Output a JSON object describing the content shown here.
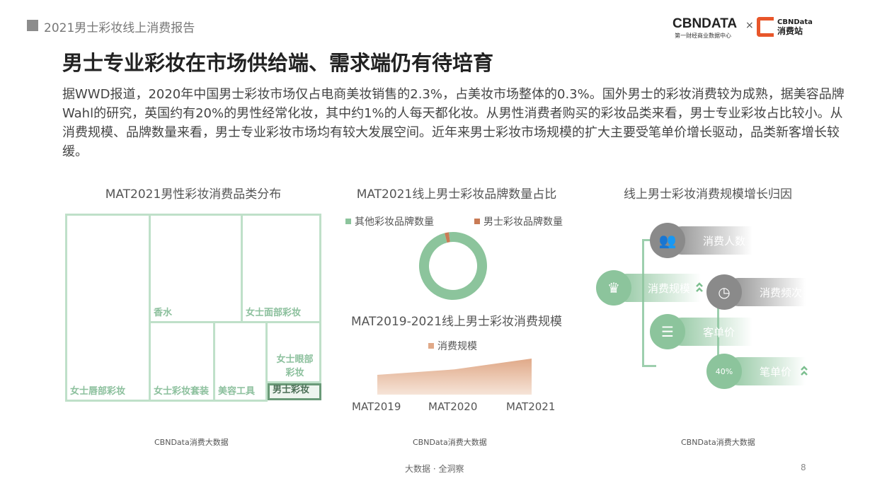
{
  "header": {
    "title": "2021男士彩妆线上消费报告",
    "logo_cbn": "CBNDATA",
    "logo_cbn_sub": "第一财经商业数据中心",
    "logo_x": "×",
    "logo_site_top": "CBNData",
    "logo_site_bottom": "消费站"
  },
  "headline": "男士专业彩妆在市场供给端、需求端仍有待培育",
  "paragraph": "据WWD报道，2020年中国男士彩妆市场仅占电商美妆销售的2.3%，占美妆市场整体的0.3%。国外男士的彩妆消费较为成熟，据美容品牌Wahl的研究，英国约有20%的男性经常化妆，其中约1%的人每天都化妆。从男性消费者购买的彩妆品类来看，男士专业彩妆占比较小。从消费规模、品牌数量来看，男士专业彩妆市场均有较大发展空间。近年来男士彩妆市场规模的扩大主要受笔单价增长驱动，品类新客增长较缓。",
  "chart_data": [
    {
      "type": "treemap",
      "title": "MAT2021男性彩妆消费品类分布",
      "categories": [
        "女士唇部彩妆",
        "香水",
        "女士面部彩妆",
        "女士彩妆套装",
        "美容工具",
        "女士眼部彩妆",
        "男士彩妆"
      ],
      "values": [
        32,
        20,
        17,
        10,
        8,
        7,
        1.5
      ],
      "highlight": "男士彩妆"
    },
    {
      "type": "pie",
      "title": "MAT2021线上男士彩妆品牌数量占比",
      "categories": [
        "其他彩妆品牌数量",
        "男士彩妆品牌数量"
      ],
      "values": [
        98,
        2
      ],
      "colors": [
        "#8cc49c",
        "#c97b55"
      ],
      "legend": "top"
    },
    {
      "type": "area",
      "title": "MAT2019-2021线上男士彩妆消费规模",
      "series": [
        {
          "name": "消费规模",
          "values": [
            0.55,
            0.7,
            1.0
          ]
        }
      ],
      "categories": [
        "MAT2019",
        "MAT2020",
        "MAT2021"
      ],
      "color": "#e0a988",
      "legend": "top"
    }
  ],
  "diagram": {
    "title": "线上男士彩妆消费规模增长归因",
    "nodes": {
      "scale": "消费规模",
      "people": "消费人数",
      "unit_price": "客单价",
      "frequency": "消费频次",
      "order_price": "笔单价"
    }
  },
  "sources": [
    "CBNData消费大数据",
    "CBNData消费大数据",
    "CBNData消费大数据"
  ],
  "footer": "大数据 · 全洞察",
  "page": "8"
}
